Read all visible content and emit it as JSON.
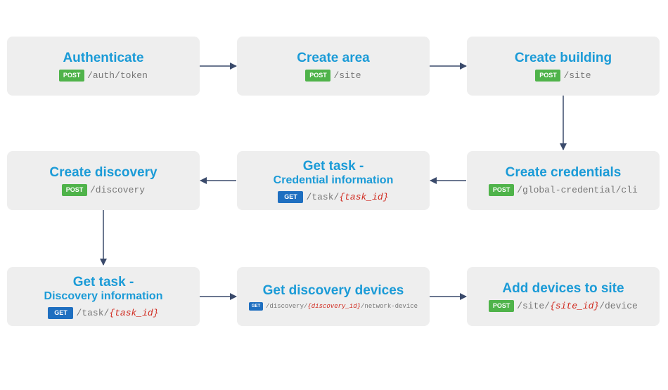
{
  "steps": {
    "authenticate": {
      "title": "Authenticate",
      "method": "POST",
      "path": "/auth/token"
    },
    "create_area": {
      "title": "Create area",
      "method": "POST",
      "path": "/site"
    },
    "create_building": {
      "title": "Create building",
      "method": "POST",
      "path": "/site"
    },
    "create_credentials": {
      "title": "Create credentials",
      "method": "POST",
      "path": "/global-credential/cli"
    },
    "get_task_credential": {
      "title": "Get task -",
      "subtitle": "Credential information",
      "method": "GET",
      "path_prefix": "/task/",
      "param": "{task_id}"
    },
    "create_discovery": {
      "title": "Create discovery",
      "method": "POST",
      "path": "/discovery"
    },
    "get_task_discovery": {
      "title": "Get task -",
      "subtitle": "Discovery information",
      "method": "GET",
      "path_prefix": "/task/",
      "param": "{task_id}"
    },
    "get_discovery_devices": {
      "title": "Get discovery devices",
      "method": "GET",
      "path_prefix": "/discovery/",
      "param": "{discovery_id}",
      "path_suffix": "/network-device"
    },
    "add_devices_to_site": {
      "title": "Add devices to site",
      "method": "POST",
      "path_prefix": "/site/",
      "param": "{site_id}",
      "path_suffix": "/device"
    }
  },
  "colors": {
    "title": "#1b9bd7",
    "box_bg": "#eeeeee",
    "post_badge": "#4fb34a",
    "get_badge": "#1f6fc0",
    "param": "#d0281d",
    "arrow": "#3a4a6b"
  }
}
